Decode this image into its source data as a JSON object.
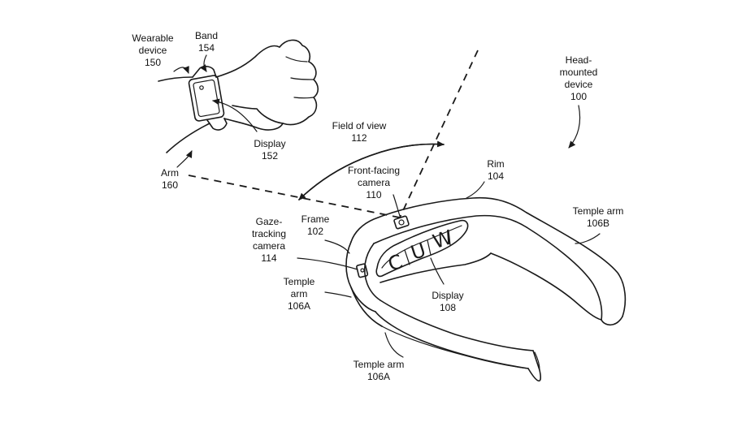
{
  "labels": {
    "wearable_device": [
      "Wearable",
      "device",
      "150"
    ],
    "band": [
      "Band",
      "154"
    ],
    "display_152": [
      "Display",
      "152"
    ],
    "arm_160": [
      "Arm",
      "160"
    ],
    "head_mounted_device": [
      "Head-",
      "mounted",
      "device",
      "100"
    ],
    "field_of_view": [
      "Field of view",
      "112"
    ],
    "front_facing_camera": [
      "Front-facing",
      "camera",
      "110"
    ],
    "rim": [
      "Rim",
      "104"
    ],
    "temple_arm_106b": [
      "Temple arm",
      "106B"
    ],
    "frame": [
      "Frame",
      "102"
    ],
    "gaze_tracking_camera": [
      "Gaze-",
      "tracking",
      "camera",
      "114"
    ],
    "temple_arm_106a_side": [
      "Temple",
      "arm",
      "106A"
    ],
    "display_108": [
      "Display",
      "108"
    ],
    "temple_arm_106a_bottom": [
      "Temple arm",
      "106A"
    ]
  },
  "display_glyphs": [
    "C",
    "U",
    "W"
  ]
}
